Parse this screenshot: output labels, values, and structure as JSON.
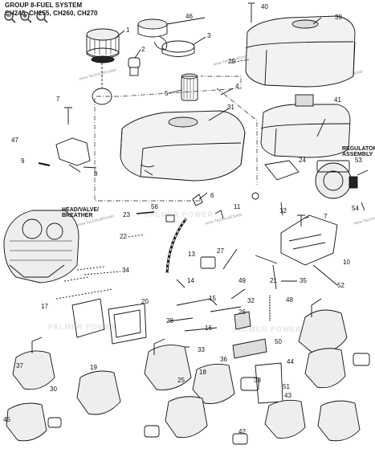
{
  "header": {
    "line1": "GROUP 8-FUEL SYSTEM",
    "line2": "CH245, CH255, CH260, CH270"
  },
  "viewer_controls": [
    "zoom-out-icon",
    "zoom-in-icon",
    "reset-zoom-icon"
  ],
  "labels": {
    "regulator": "REGULATOR\nASSEMBLY",
    "head": "HEAD/VALVE/\nBREATHER"
  },
  "watermarks": {
    "brand": "PALMER POWER",
    "site": "www.TechnicalCenter"
  },
  "callouts": [
    "1",
    "2",
    "3",
    "4",
    "5",
    "6",
    "7",
    "7",
    "8",
    "9",
    "10",
    "11",
    "12",
    "13",
    "14",
    "15",
    "16",
    "17",
    "18",
    "19",
    "20",
    "21",
    "22",
    "23",
    "24",
    "25",
    "26",
    "27",
    "28",
    "29",
    "30",
    "31",
    "32",
    "33",
    "34",
    "35",
    "36",
    "37",
    "38",
    "39",
    "40",
    "41",
    "42",
    "43",
    "44",
    "45",
    "46",
    "47",
    "48",
    "49",
    "50",
    "51",
    "52",
    "53",
    "54",
    "56"
  ]
}
